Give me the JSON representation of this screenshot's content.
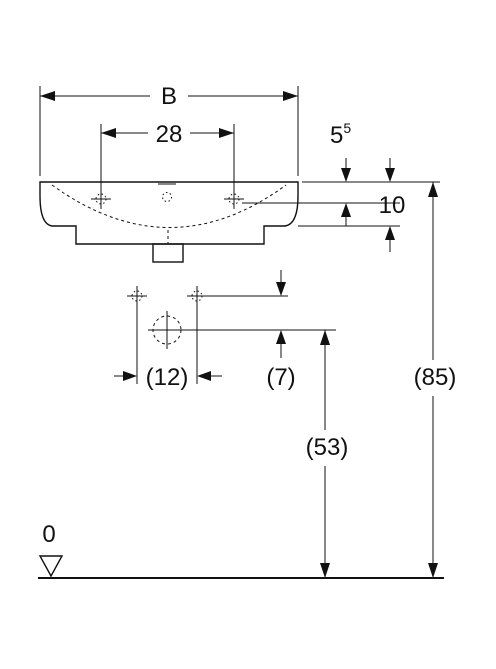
{
  "dimensions": {
    "width": "B",
    "tap_hole_spacing": "28",
    "rim_offset_base": "5",
    "rim_offset_sup": "5",
    "rim_height": "10",
    "supply_spacing": "(12)",
    "supply_offset": "(7)",
    "drain_height": "(53)",
    "rim_total_height": "(85)",
    "floor_level": "0"
  },
  "colors": {
    "line": "#111111",
    "background": "#ffffff"
  }
}
